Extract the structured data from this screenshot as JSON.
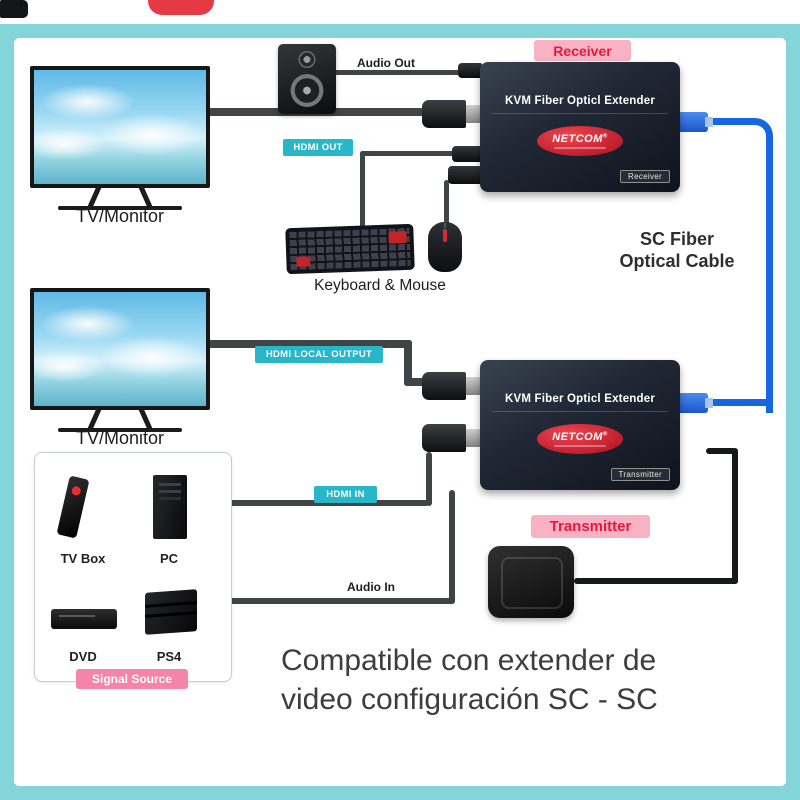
{
  "colors": {
    "frame_cyan": "#84d5da",
    "pink_badge_bg": "#f8b2c4",
    "pink_badge_text": "#e8173d",
    "cyan_badge_bg": "#28b6c8",
    "fiber_blue": "#1566e0",
    "cable_gray": "#3f4447",
    "brand_red": "#c8131f"
  },
  "receiver": {
    "floating_label": "Receiver",
    "title": "KVM Fiber Opticl Extender",
    "brand": "NETCOM",
    "brand_mark": "®",
    "panel_badge": "Receiver"
  },
  "transmitter": {
    "floating_label": "Transmitter",
    "title": "KVM Fiber Opticl Extender",
    "brand": "NETCOM",
    "brand_mark": "®",
    "panel_badge": "Transmitter"
  },
  "labels": {
    "audio_out": "Audio Out",
    "audio_in": "Audio In",
    "hdmi_out": "HDMI OUT",
    "hdmi_local_output": "HDMI LOCAL OUTPUT",
    "hdmi_in": "HDMI IN",
    "keyboard_mouse": "Keyboard & Mouse",
    "tv_monitor_top": "TV/Monitor",
    "tv_monitor_bottom": "TV/Monitor",
    "sc_fiber_line1": "SC Fiber",
    "sc_fiber_line2": "Optical Cable"
  },
  "signal_source": {
    "badge": "Signal Source",
    "items": [
      {
        "label": "TV Box"
      },
      {
        "label": "PC"
      },
      {
        "label": "DVD"
      },
      {
        "label": "PS4"
      }
    ]
  },
  "caption": {
    "line1": "Compatible con extender de",
    "line2": "video configuración SC - SC"
  }
}
